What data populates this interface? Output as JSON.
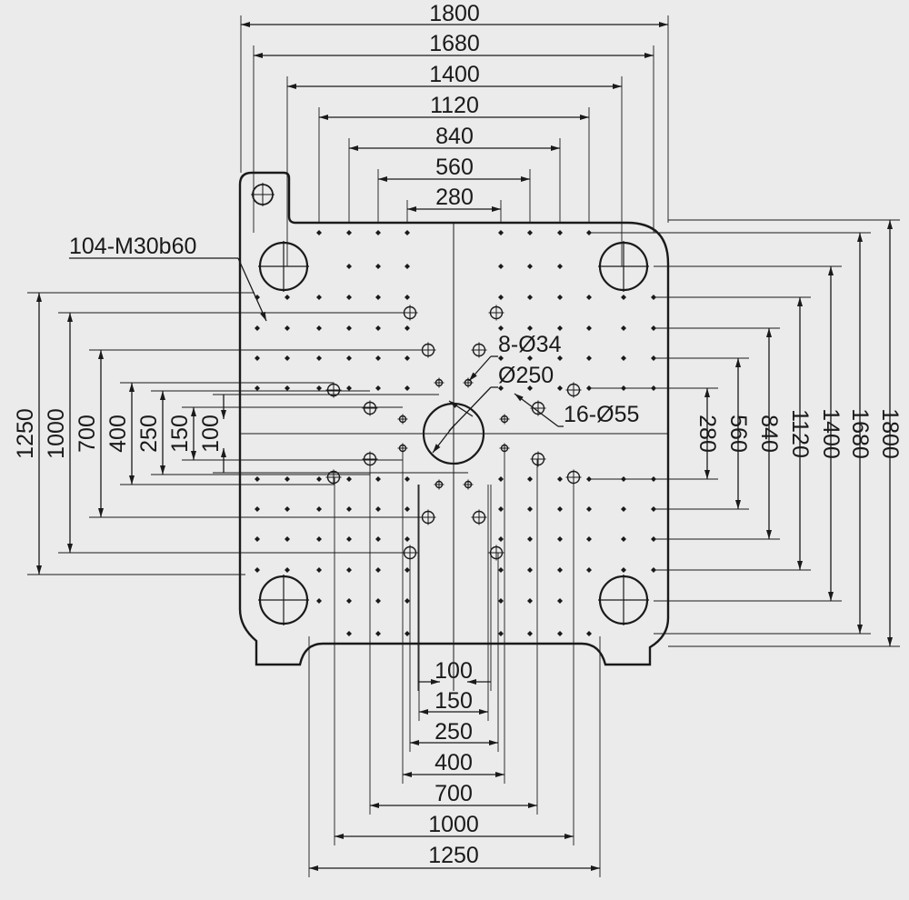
{
  "colors": {
    "background": "#ebebeb",
    "line": "#1a1a1a"
  },
  "top_dims": [
    "1800",
    "1680",
    "1400",
    "1120",
    "840",
    "560",
    "280"
  ],
  "bottom_dims": [
    "100",
    "150",
    "250",
    "400",
    "700",
    "1000",
    "1250"
  ],
  "left_dims": [
    "1250",
    "1000",
    "700",
    "400",
    "250",
    "150",
    "100"
  ],
  "right_dims": [
    "280",
    "560",
    "840",
    "1120",
    "1400",
    "1680",
    "1800"
  ],
  "callouts": {
    "tapped_holes": "104-M30b60",
    "small_holes": "8-Ø34",
    "center_hole": "Ø250",
    "medium_holes": "16-Ø55"
  }
}
